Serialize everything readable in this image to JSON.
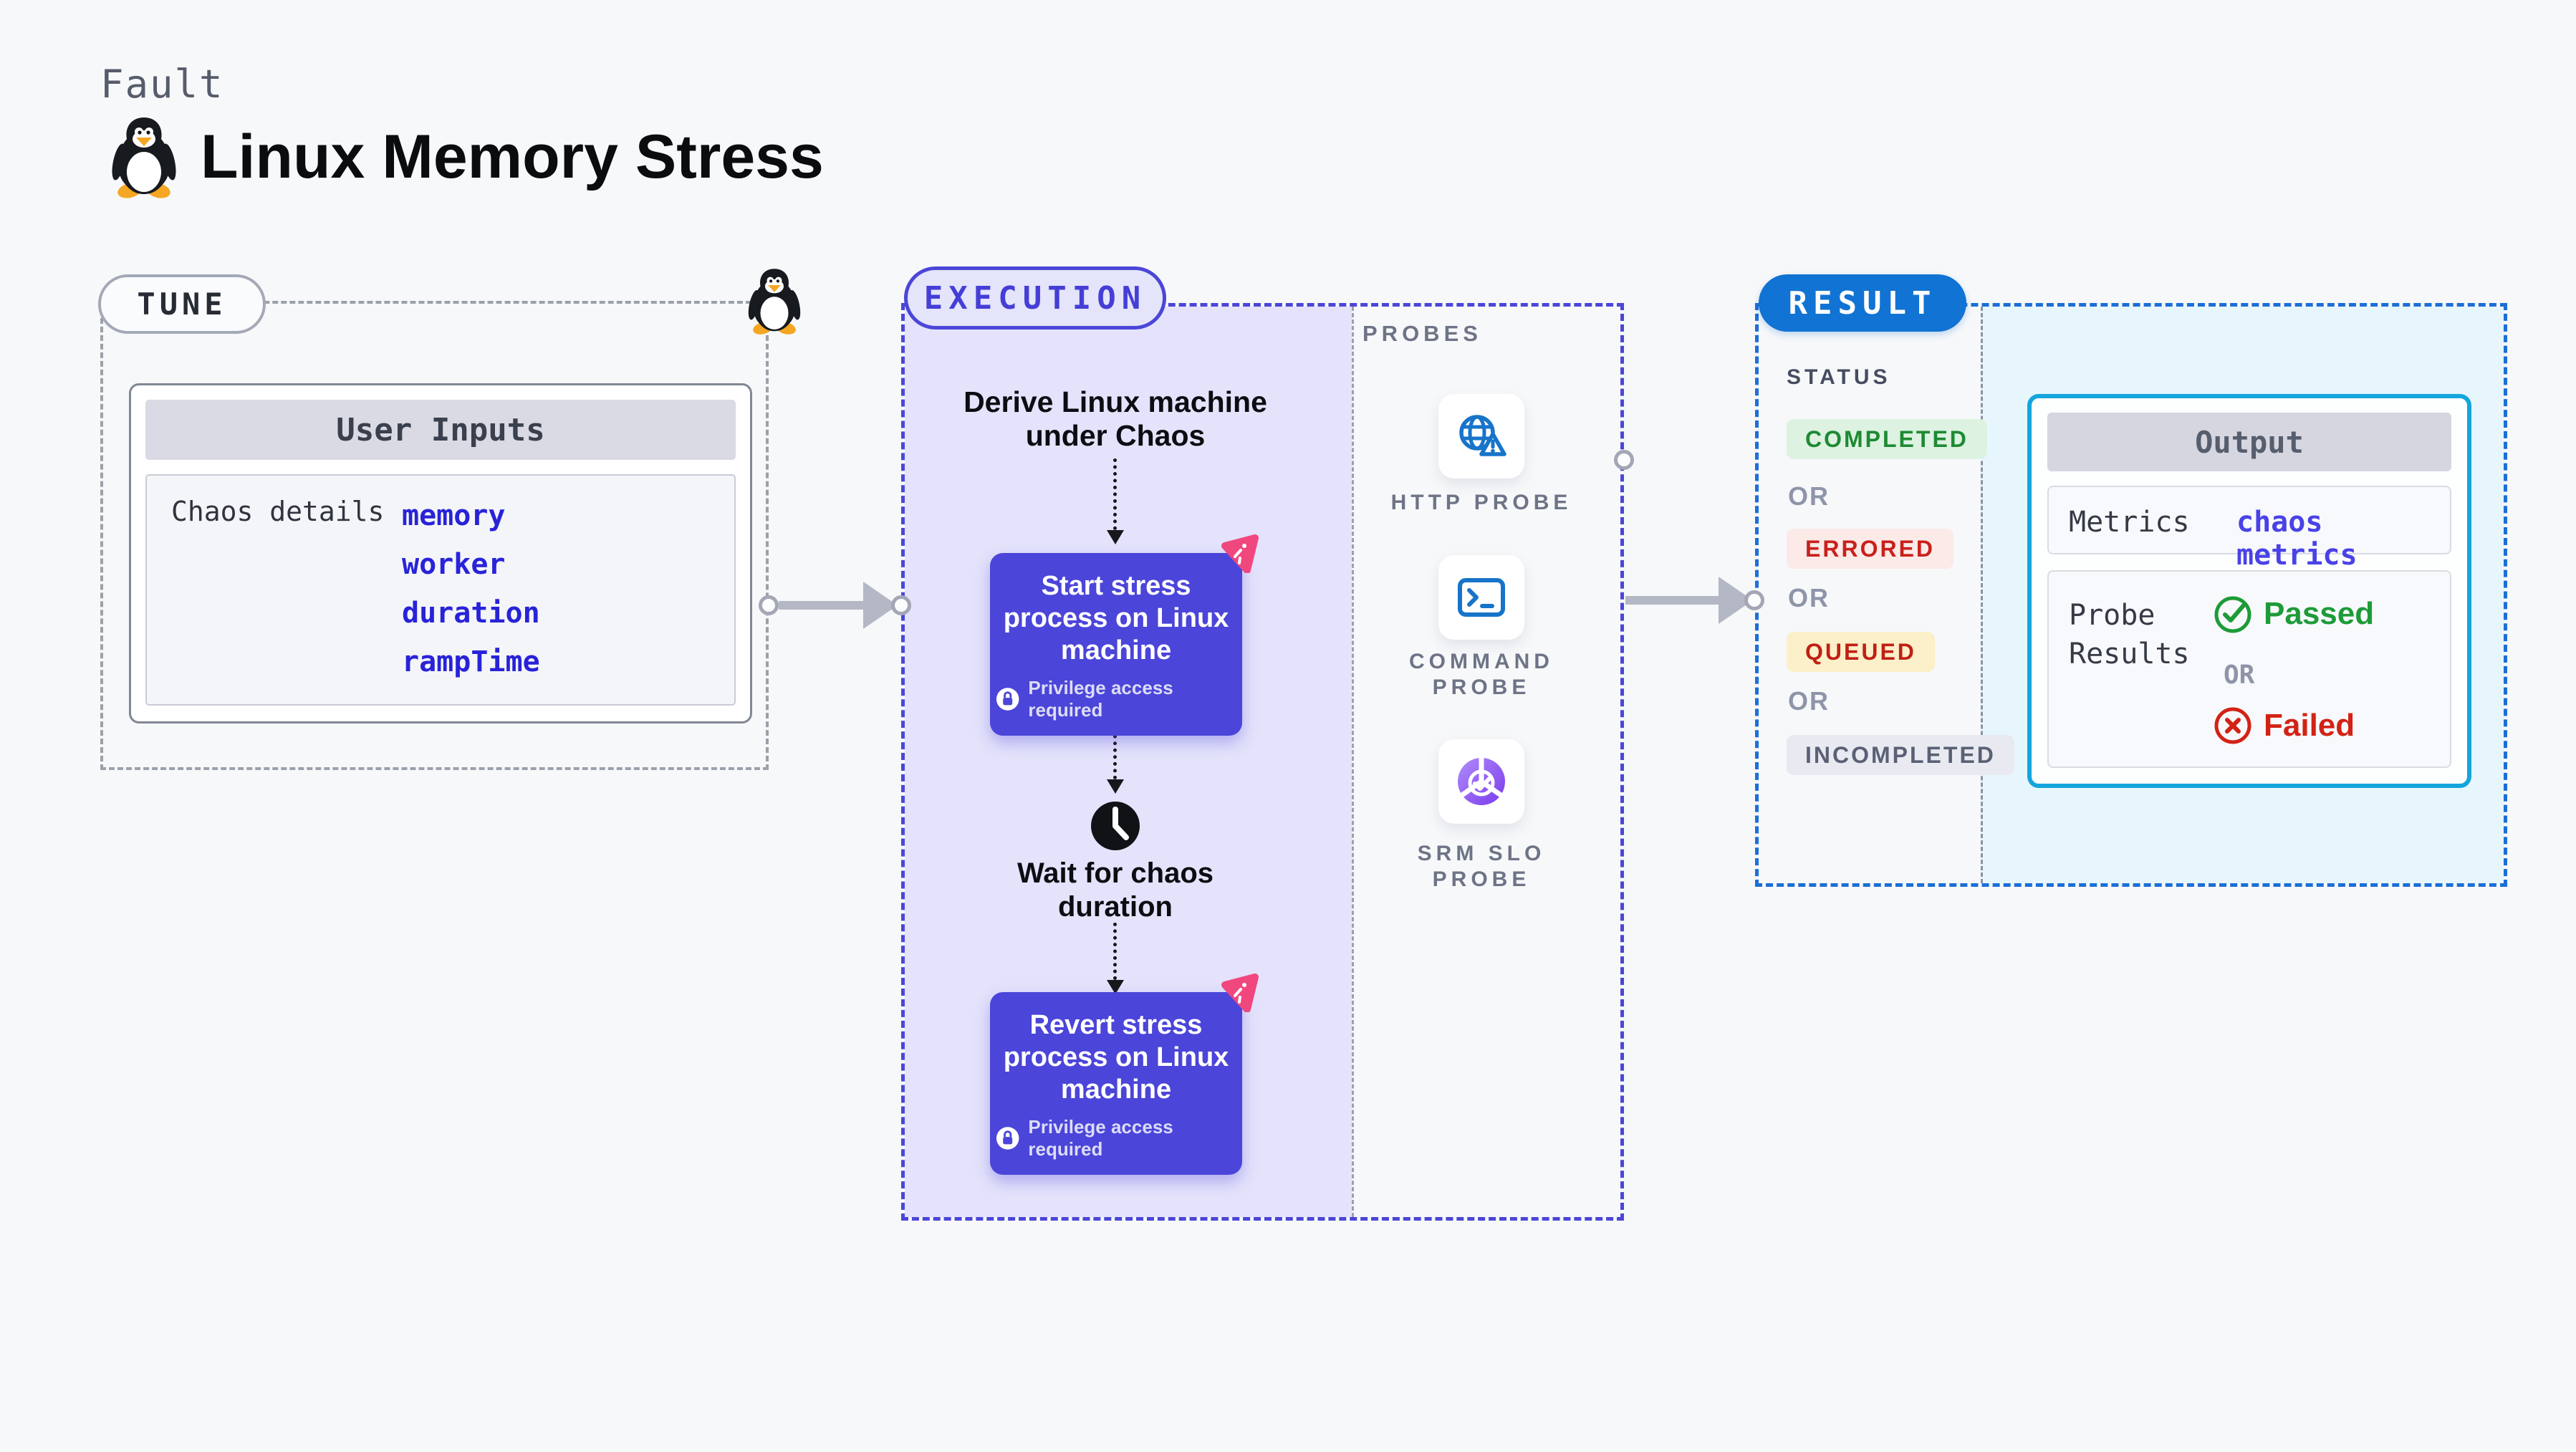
{
  "colors": {
    "page_bg": "#f7f8fa",
    "lavender": "#e4e3fb",
    "node_purple": "#4b45d9",
    "exec_accent": "#4b46d8",
    "result_accent": "#1173d3",
    "cyan_border": "#14a5dc",
    "cyan_bg": "#e7f6fd",
    "pink": "#f1477f",
    "arrow_gray": "#b4b7c4",
    "probe_blue": "#1774c9"
  },
  "header": {
    "kicker": "Fault",
    "title": "Linux Memory Stress"
  },
  "tune": {
    "badge": "TUNE",
    "user_inputs_title": "User Inputs",
    "row_label": "Chaos details",
    "inputs": [
      "memory",
      "worker",
      "duration",
      "rampTime"
    ]
  },
  "execution": {
    "badge": "EXECUTION",
    "derive_label": "Derive Linux machine under Chaos",
    "start_label": "Start stress process on Linux machine",
    "wait_label": "Wait for chaos duration",
    "revert_label": "Revert stress process on Linux machine",
    "privilege_label": "Privilege access required"
  },
  "probes": {
    "label": "PROBES",
    "items": [
      {
        "name": "HTTP PROBE",
        "icon": "globe-alert-icon"
      },
      {
        "name": "COMMAND PROBE",
        "icon": "terminal-icon"
      },
      {
        "name": "SRM SLO PROBE",
        "icon": "slo-donut-check-icon"
      }
    ]
  },
  "result": {
    "badge": "RESULT",
    "status_label": "STATUS",
    "or_label": "OR",
    "statuses": [
      {
        "label": "COMPLETED",
        "color": "#1d8a34",
        "bg": "#ddf2e1"
      },
      {
        "label": "ERRORED",
        "color": "#c9211b",
        "bg": "#fbeae8"
      },
      {
        "label": "QUEUED",
        "color": "#c02014",
        "bg": "#fbf0c9"
      },
      {
        "label": "INCOMPLETED",
        "color": "#5a6175",
        "bg": "#e9eaf1"
      }
    ],
    "output": {
      "title": "Output",
      "metrics_label": "Metrics",
      "metrics_value": "chaos metrics",
      "probe_results_label": "Probe Results",
      "passed_label": "Passed",
      "failed_label": "Failed"
    }
  }
}
